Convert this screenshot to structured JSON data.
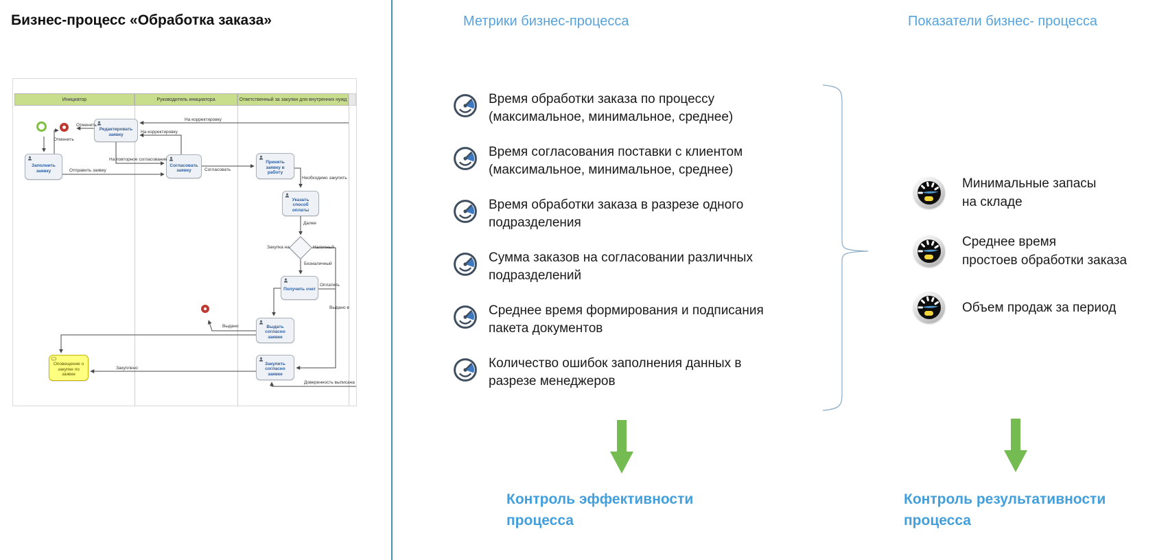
{
  "title": "Бизнес-процесс «Обработка заказа»",
  "diagram": {
    "lanes": [
      "Инициатор",
      "Руководитель инициатора",
      "Ответственный за закупки для внутренних нужд"
    ],
    "tasks": {
      "edit": "Редактировать заявку",
      "fill": "Заполнить заявку",
      "approve": "Согласовать заявку",
      "accept": "Принять заявку в работу",
      "payment_method": "Указать способ оплаты",
      "get_invoice": "Получить счет",
      "issue": "Выдать согласно заявке",
      "purchase": "Закупить согласно заявке",
      "notify": "Оповещение о закупке по заявке"
    },
    "labels": [
      "Отменить",
      "Отменить",
      "На корректировку",
      "На корректировку",
      "На повторное согласование",
      "Отправить заявку",
      "Согласовать",
      "Необходимо закупить",
      "Далее",
      "Закупка на",
      "Наличный",
      "Безналичный",
      "Оплатить",
      "Выдано в",
      "Выдано",
      "Закуплено",
      "Доверенность выписана"
    ]
  },
  "metrics": {
    "heading": "Метрики бизнес-процесса",
    "items": [
      "Время обработки заказа по процессу\n(максимальное, минимальное, среднее)",
      "Время согласования поставки с клиентом\n(максимальное, минимальное, среднее)",
      "Время обработки заказа в разрезе одного\nподразделения",
      "Сумма заказов на согласовании различных\nподразделений",
      "Среднее время формирования и подписания\nпакета документов",
      "Количество ошибок заполнения данных в\nразрезе менеджеров"
    ],
    "footer": "Контроль эффективности\nпроцесса"
  },
  "indicators": {
    "heading": "Показатели бизнес- процесса",
    "items": [
      "Минимальные запасы\nна складе",
      "Среднее время\nпростоев обработки заказа",
      "Объем продаж за период"
    ],
    "footer": "Контроль результативности\nпроцесса"
  },
  "colors": {
    "divider_blue": "#4a8cae",
    "heading_blue": "#56a3dc",
    "footer_blue": "#429fdb",
    "arrow_green": "#74bc51",
    "lane_green": "#c9de8d",
    "gauge_slate": "#3f4e5e",
    "gauge_blue": "#3e78c0",
    "start_event_green": "#7ec13e",
    "end_event_red": "#bf3a32",
    "task_text_blue": "#2f5e9e",
    "note_yellow": "#ffff80"
  }
}
